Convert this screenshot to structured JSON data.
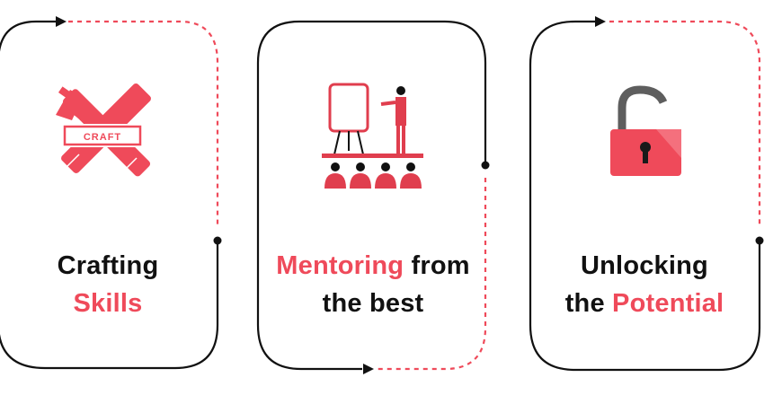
{
  "accent_color": "#ef4a5a",
  "text_color": "#111111",
  "cards": [
    {
      "icon": "craft-tools-icon",
      "badge_label": "CRAFT",
      "line1_plain": "Crafting",
      "line2_highlight": "Skills"
    },
    {
      "icon": "presentation-mentor-icon",
      "line1_highlight": "Mentoring",
      "line1_plain": " from",
      "line2_plain": "the best"
    },
    {
      "icon": "unlocked-padlock-icon",
      "line1_plain": "Unlocking",
      "line2_plain": "the ",
      "line2_highlight": "Potential"
    }
  ]
}
